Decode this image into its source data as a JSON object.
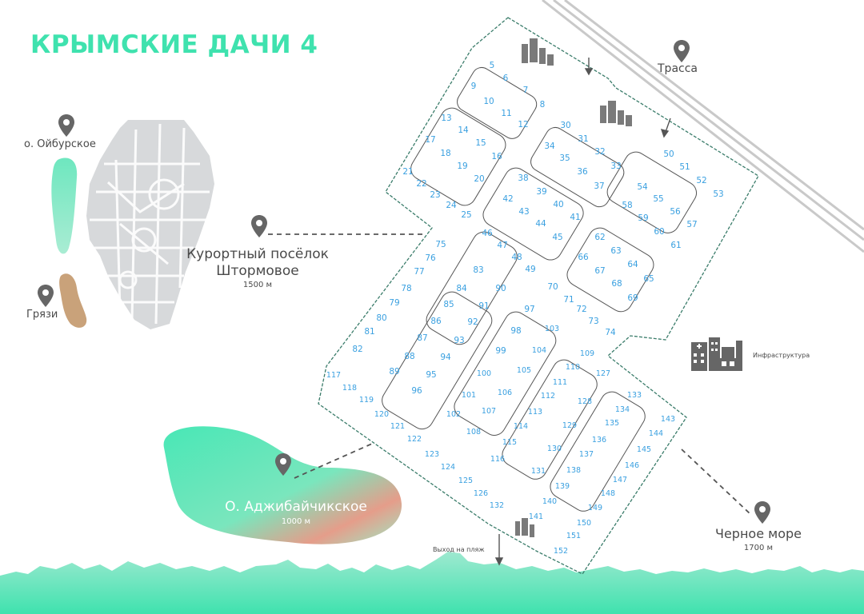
{
  "title": "КРЫМСКИЕ ДАЧИ 4",
  "colors": {
    "accent": "#3fe2ae",
    "plot_number": "#3aa0e0",
    "label": "#4a4a4a",
    "city": "#d7d9db",
    "mud": "#c9a27a"
  },
  "inset": {
    "lake_label": "о. Ойбурское",
    "mud_label": "Грязи"
  },
  "places": {
    "village_name_1": "Курортный посёлок",
    "village_name_2": "Штормовое",
    "village_dist": "1500 м",
    "lake_name": "О. Аджибайчикское",
    "lake_dist": "1000 м",
    "sea_name": "Черное море",
    "sea_dist": "1700 м",
    "highway": "Трасса",
    "beach_exit": "Выход на пляж",
    "infra_label": "Инфраструктура"
  },
  "icons": [
    "location-pin-icon",
    "infrastructure-icon",
    "arrow-down-icon"
  ],
  "plots": [
    {
      "n": "5"
    },
    {
      "n": "6"
    },
    {
      "n": "7"
    },
    {
      "n": "8"
    },
    {
      "n": "9"
    },
    {
      "n": "10"
    },
    {
      "n": "11"
    },
    {
      "n": "12"
    },
    {
      "n": "13"
    },
    {
      "n": "14"
    },
    {
      "n": "15"
    },
    {
      "n": "16"
    },
    {
      "n": "17"
    },
    {
      "n": "18"
    },
    {
      "n": "19"
    },
    {
      "n": "20"
    },
    {
      "n": "21"
    },
    {
      "n": "22"
    },
    {
      "n": "23"
    },
    {
      "n": "24"
    },
    {
      "n": "25"
    },
    {
      "n": "30"
    },
    {
      "n": "31"
    },
    {
      "n": "32"
    },
    {
      "n": "33"
    },
    {
      "n": "34"
    },
    {
      "n": "35"
    },
    {
      "n": "36"
    },
    {
      "n": "37"
    },
    {
      "n": "38"
    },
    {
      "n": "39"
    },
    {
      "n": "40"
    },
    {
      "n": "41"
    },
    {
      "n": "42"
    },
    {
      "n": "43"
    },
    {
      "n": "44"
    },
    {
      "n": "45"
    },
    {
      "n": "46"
    },
    {
      "n": "47"
    },
    {
      "n": "48"
    },
    {
      "n": "49"
    },
    {
      "n": "50"
    },
    {
      "n": "51"
    },
    {
      "n": "52"
    },
    {
      "n": "53"
    },
    {
      "n": "54"
    },
    {
      "n": "55"
    },
    {
      "n": "56"
    },
    {
      "n": "57"
    },
    {
      "n": "58"
    },
    {
      "n": "59"
    },
    {
      "n": "60"
    },
    {
      "n": "61"
    },
    {
      "n": "62"
    },
    {
      "n": "63"
    },
    {
      "n": "64"
    },
    {
      "n": "65"
    },
    {
      "n": "66"
    },
    {
      "n": "67"
    },
    {
      "n": "68"
    },
    {
      "n": "69"
    },
    {
      "n": "70"
    },
    {
      "n": "71"
    },
    {
      "n": "72"
    },
    {
      "n": "73"
    },
    {
      "n": "74"
    },
    {
      "n": "75"
    },
    {
      "n": "76"
    },
    {
      "n": "77"
    },
    {
      "n": "78"
    },
    {
      "n": "79"
    },
    {
      "n": "80"
    },
    {
      "n": "81"
    },
    {
      "n": "82"
    },
    {
      "n": "83"
    },
    {
      "n": "84"
    },
    {
      "n": "85"
    },
    {
      "n": "86"
    },
    {
      "n": "87"
    },
    {
      "n": "88"
    },
    {
      "n": "89"
    },
    {
      "n": "90"
    },
    {
      "n": "91"
    },
    {
      "n": "92"
    },
    {
      "n": "93"
    },
    {
      "n": "94"
    },
    {
      "n": "95"
    },
    {
      "n": "96"
    },
    {
      "n": "97"
    },
    {
      "n": "98"
    },
    {
      "n": "99"
    },
    {
      "n": "100"
    },
    {
      "n": "101"
    },
    {
      "n": "102"
    },
    {
      "n": "103"
    },
    {
      "n": "104"
    },
    {
      "n": "105"
    },
    {
      "n": "106"
    },
    {
      "n": "107"
    },
    {
      "n": "108"
    },
    {
      "n": "109"
    },
    {
      "n": "110"
    },
    {
      "n": "111"
    },
    {
      "n": "112"
    },
    {
      "n": "113"
    },
    {
      "n": "114"
    },
    {
      "n": "115"
    },
    {
      "n": "116"
    },
    {
      "n": "117"
    },
    {
      "n": "118"
    },
    {
      "n": "119"
    },
    {
      "n": "120"
    },
    {
      "n": "121"
    },
    {
      "n": "122"
    },
    {
      "n": "123"
    },
    {
      "n": "124"
    },
    {
      "n": "125"
    },
    {
      "n": "126"
    },
    {
      "n": "127"
    },
    {
      "n": "128"
    },
    {
      "n": "129"
    },
    {
      "n": "130"
    },
    {
      "n": "131"
    },
    {
      "n": "132"
    },
    {
      "n": "133"
    },
    {
      "n": "134"
    },
    {
      "n": "135"
    },
    {
      "n": "136"
    },
    {
      "n": "137"
    },
    {
      "n": "138"
    },
    {
      "n": "139"
    },
    {
      "n": "140"
    },
    {
      "n": "141"
    },
    {
      "n": "143"
    },
    {
      "n": "144"
    },
    {
      "n": "145"
    },
    {
      "n": "146"
    },
    {
      "n": "147"
    },
    {
      "n": "148"
    },
    {
      "n": "149"
    },
    {
      "n": "150"
    },
    {
      "n": "151"
    },
    {
      "n": "152"
    }
  ]
}
